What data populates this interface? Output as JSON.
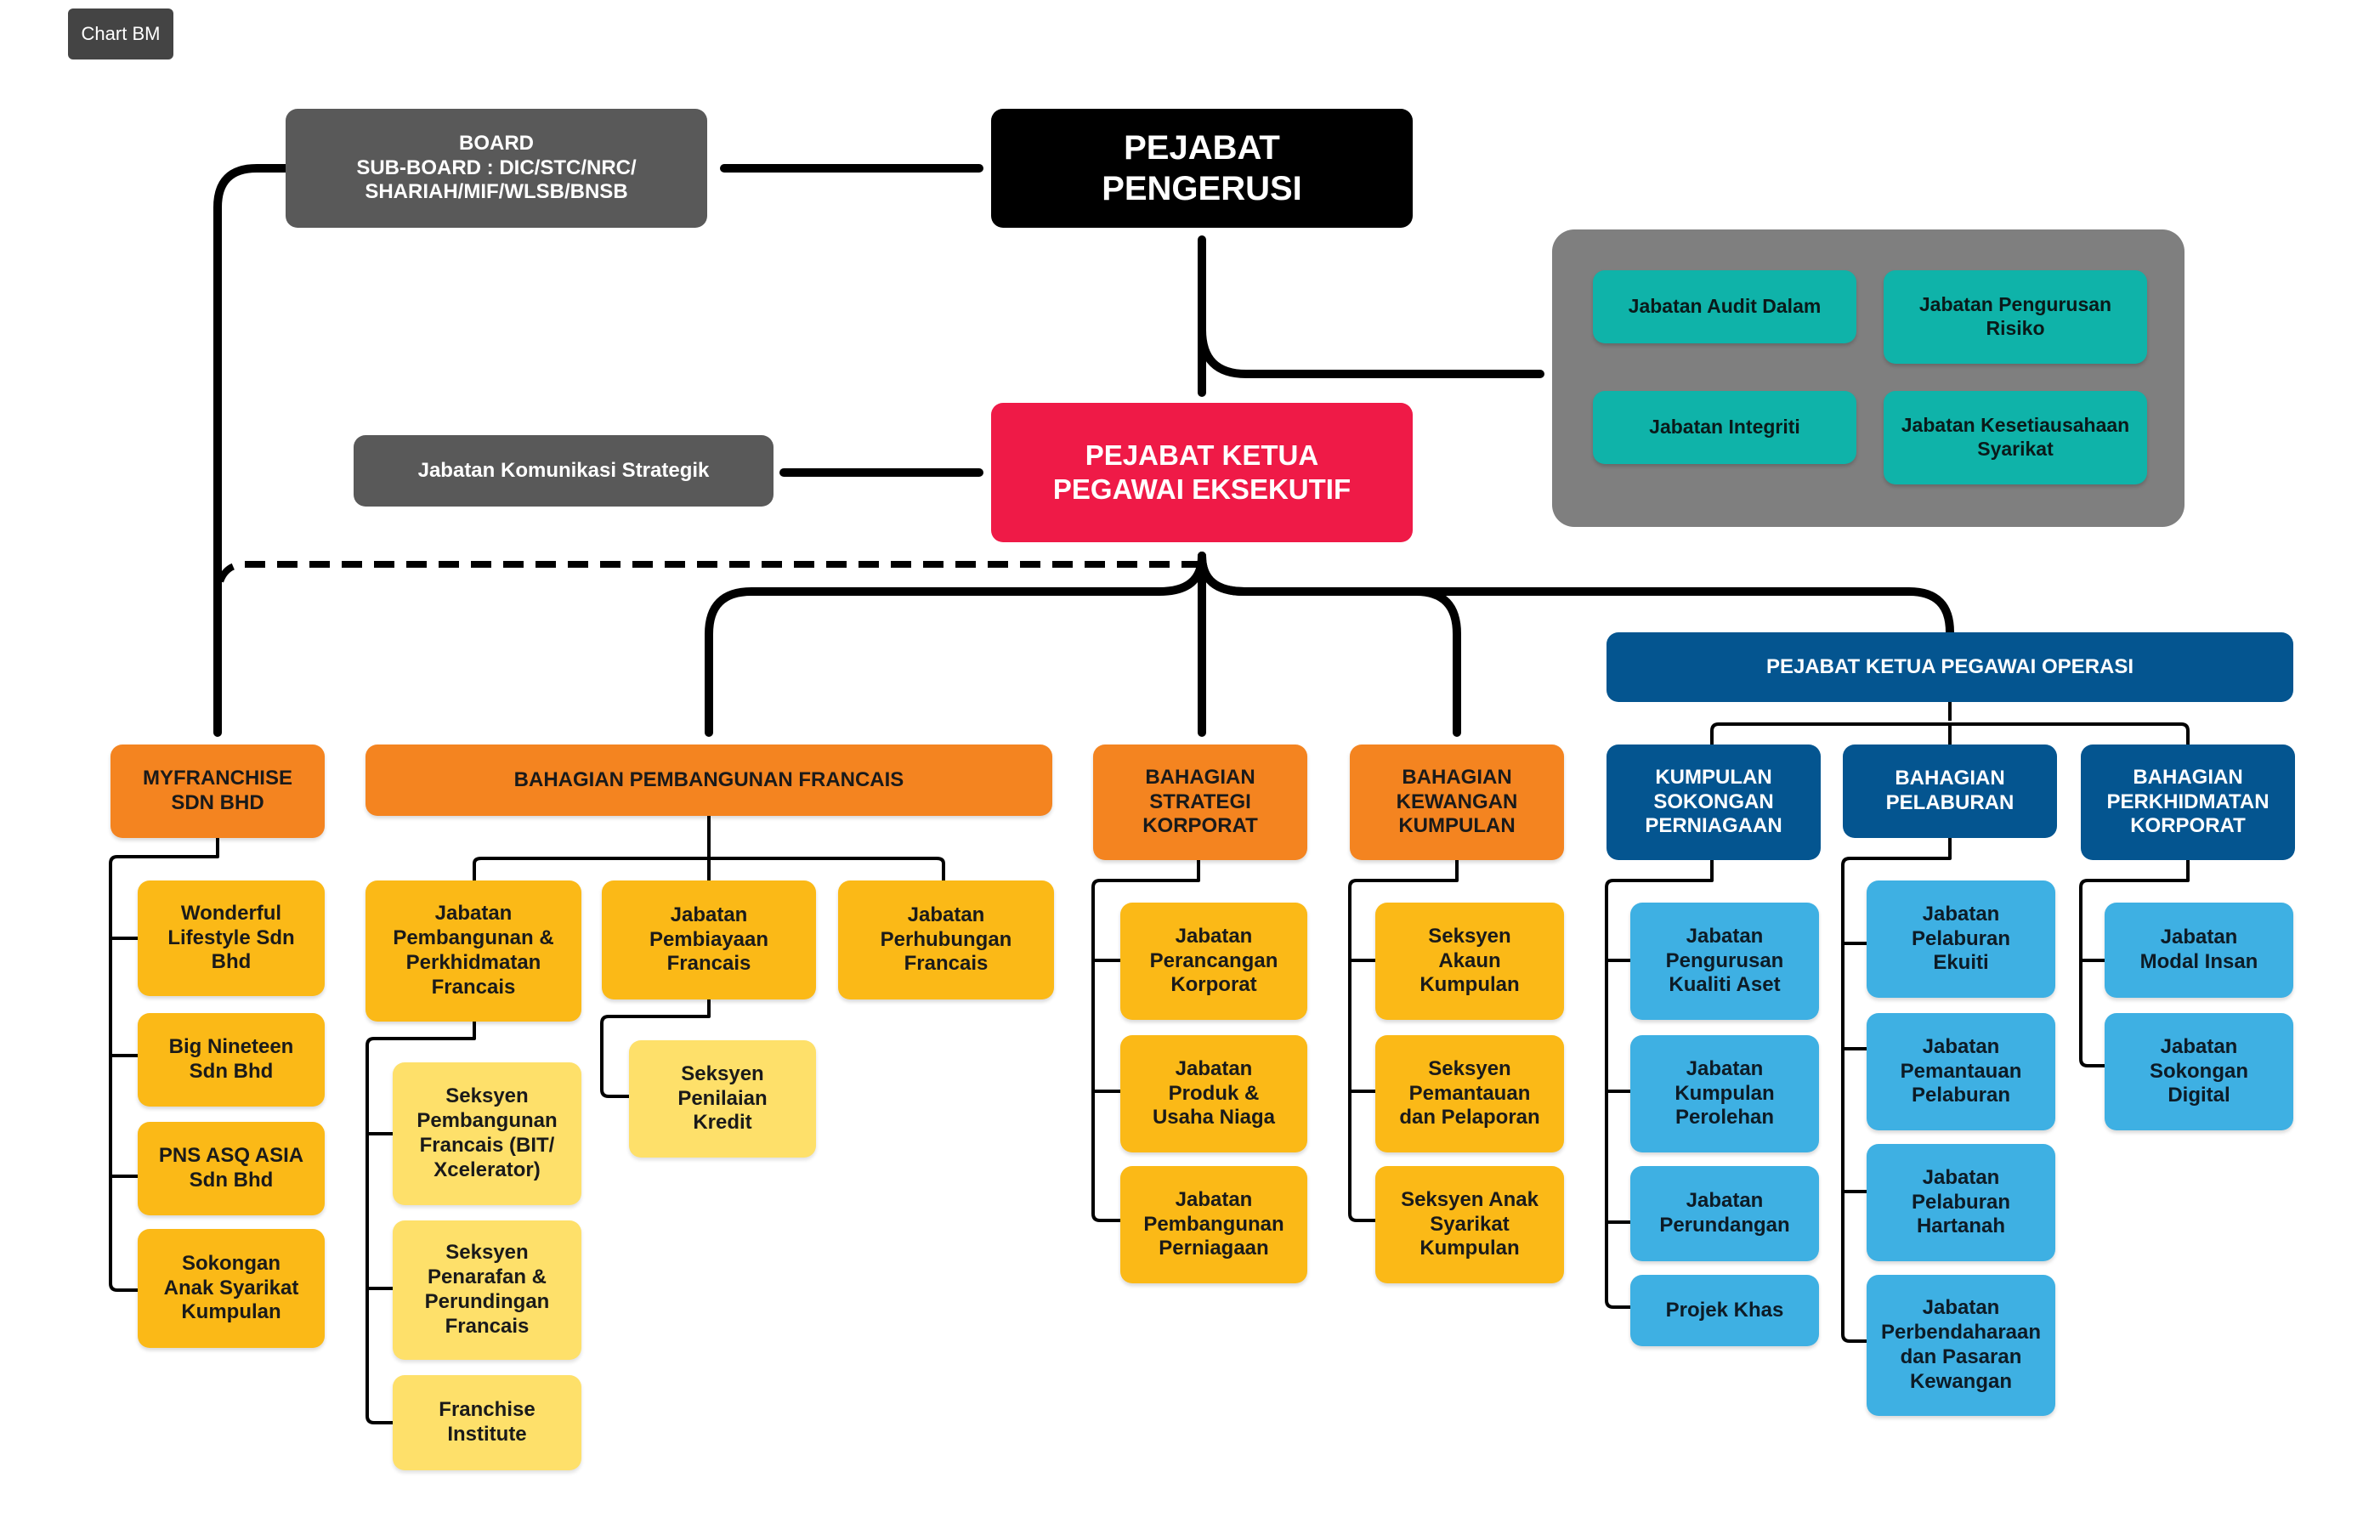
{
  "tab_label": "Chart BM",
  "top": {
    "board": "BOARD\nSUB-BOARD : DIC/STC/NRC/\nSHARIAH/MIF/WLSB/BNSB",
    "chairman": "PEJABAT\nPENGERUSI",
    "ceo": "PEJABAT KETUA\nPEGAWAI EKSEKUTIF",
    "comms": "Jabatan Komunikasi Strategik",
    "coo": "PEJABAT KETUA PEGAWAI OPERASI"
  },
  "chairman_units": [
    "Jabatan Audit Dalam",
    "Jabatan Pengurusan\nRisiko",
    "Jabatan Integriti",
    "Jabatan Kesetiausahaan\nSyarikat"
  ],
  "myfranchise": {
    "head": "MYFRANCHISE\nSDN BHD",
    "items": [
      "Wonderful\nLifestyle Sdn\nBhd",
      "Big Nineteen\nSdn Bhd",
      "PNS ASQ ASIA\nSdn Bhd",
      "Sokongan\nAnak Syarikat\nKumpulan"
    ]
  },
  "francais": {
    "head": "BAHAGIAN PEMBANGUNAN FRANCAIS",
    "depts": [
      "Jabatan\nPembangunan &\nPerkhidmatan\nFrancais",
      "Jabatan\nPembiayaan\nFrancais",
      "Jabatan\nPerhubungan\nFrancais"
    ],
    "pembangunan_sections": [
      "Seksyen\nPembangunan\nFrancais (BIT/\nXcelerator)",
      "Seksyen\nPenarafan &\nPerundingan\nFrancais",
      "Franchise\nInstitute"
    ],
    "pembiayaan_sections": [
      "Seksyen\nPenilaian\nKredit"
    ]
  },
  "strategi": {
    "head": "BAHAGIAN\nSTRATEGI\nKORPORAT",
    "items": [
      "Jabatan\nPerancangan\nKorporat",
      "Jabatan\nProduk &\nUsaha Niaga",
      "Jabatan\nPembangunan\nPerniagaan"
    ]
  },
  "kewangan": {
    "head": "BAHAGIAN\nKEWANGAN\nKUMPULAN",
    "items": [
      "Seksyen\nAkaun\nKumpulan",
      "Seksyen\nPemantauan\ndan Pelaporan",
      "Seksyen Anak\nSyarikat\nKumpulan"
    ]
  },
  "sokongan": {
    "head": "KUMPULAN\nSOKONGAN\nPERNIAGAAN",
    "items": [
      "Jabatan\nPengurusan\nKualiti Aset",
      "Jabatan\nKumpulan\nPerolehan",
      "Jabatan\nPerundangan",
      "Projek Khas"
    ]
  },
  "pelaburan": {
    "head": "BAHAGIAN\nPELABURAN",
    "items": [
      "Jabatan\nPelaburan\nEkuiti",
      "Jabatan\nPemantauan\nPelaburan",
      "Jabatan\nPelaburan\nHartanah",
      "Jabatan\nPerbendaharaan\ndan Pasaran\nKewangan"
    ]
  },
  "perkhidmatan": {
    "head": "BAHAGIAN\nPERKHIDMATAN\nKORPORAT",
    "items": [
      "Jabatan\nModal Insan",
      "Jabatan\nSokongan\nDigital"
    ]
  },
  "colors": {
    "black": "#000000",
    "red": "#ef1a47",
    "gray": "#595959",
    "panel": "#7f7f7f",
    "teal": "#0fb3a9",
    "dark_blue": "#045590",
    "orange": "#f48420",
    "amber": "#fbb917",
    "light_yellow": "#fee06a",
    "light_blue": "#3eb0e3"
  }
}
